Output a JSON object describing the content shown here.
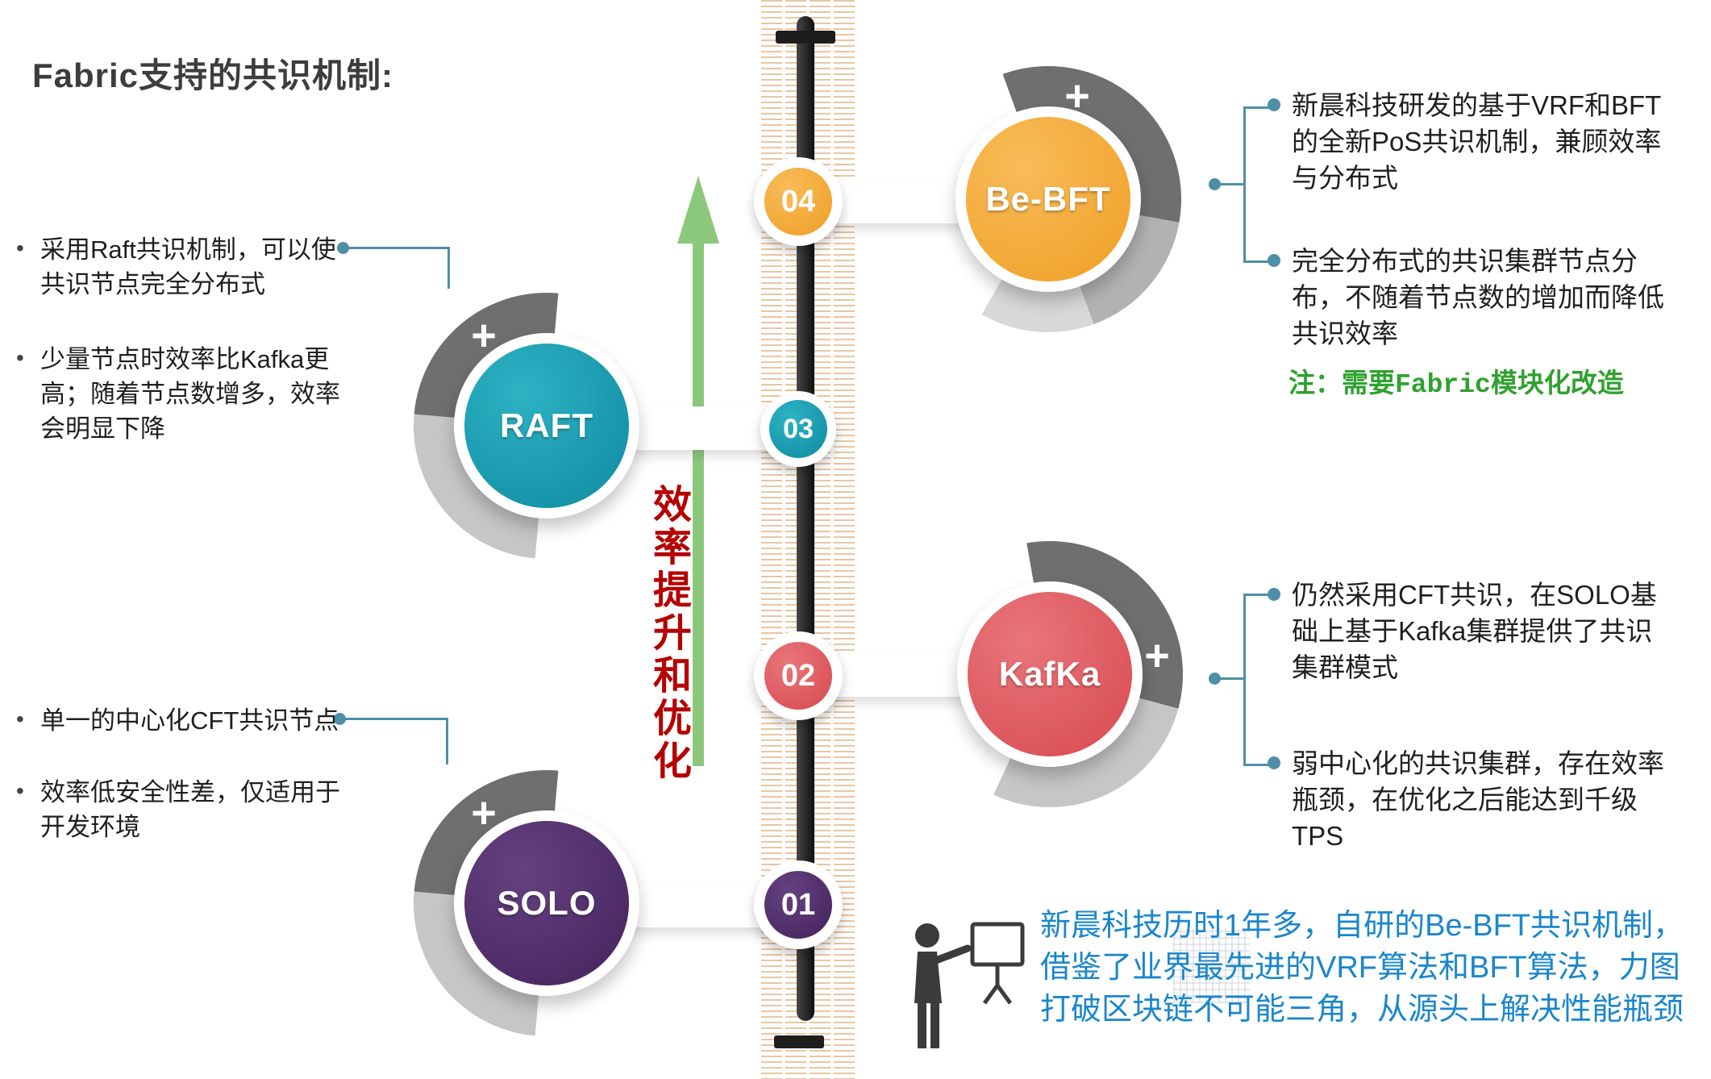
{
  "title": "Fabric支持的共识机制:",
  "bullet_char": "•",
  "icons": {
    "arc_plus": "+",
    "timeline_plus": "plus-bar",
    "timeline_minus": "minus-bar",
    "presenter": "person-at-whiteboard"
  },
  "arrow": {
    "label": "效率提升和优化",
    "shaft_color": "#8CC87C",
    "label_color": "#B50000"
  },
  "nodes": {
    "bebft": {
      "number": "04",
      "label": "Be-BFT",
      "color": "#F2A231"
    },
    "raft": {
      "number": "03",
      "label": "RAFT",
      "color": "#1596AA"
    },
    "kafka": {
      "number": "02",
      "label": "KafKa",
      "color": "#DE575C"
    },
    "solo": {
      "number": "01",
      "label": "SOLO",
      "color": "#4E2B68"
    }
  },
  "annotations": {
    "raft": {
      "bullets": [
        "采用Raft共识机制，可以使共识节点完全分布式",
        "少量节点时效率比Kafka更高；随着节点数增多，效率会明显下降"
      ]
    },
    "solo": {
      "bullets": [
        "单一的中心化CFT共识节点",
        "效率低安全性差，仅适用于开发环境"
      ]
    },
    "bebft": {
      "bullets": [
        "新晨科技研发的基于VRF和BFT的全新PoS共识机制，兼顾效率与分布式",
        "完全分布式的共识集群节点分布，不随着节点数的增加而降低共识效率"
      ],
      "note": "注：需要Fabric模块化改造",
      "note_color": "#2FA12F"
    },
    "kafka": {
      "bullets": [
        "仍然采用CFT共识，在SOLO基础上基于Kafka集群提供了共识集群模式",
        "弱中心化的共识集群，存在效率瓶颈，在优化之后能达到千级TPS"
      ]
    }
  },
  "footer": {
    "text": "新晨科技历时1年多，自研的Be-BFT共识机制，借鉴了业界最先进的VRF算法和BFT算法，力图打破区块链不可能三角，从源头上解决性能瓶颈",
    "color": "#1A86CC"
  }
}
